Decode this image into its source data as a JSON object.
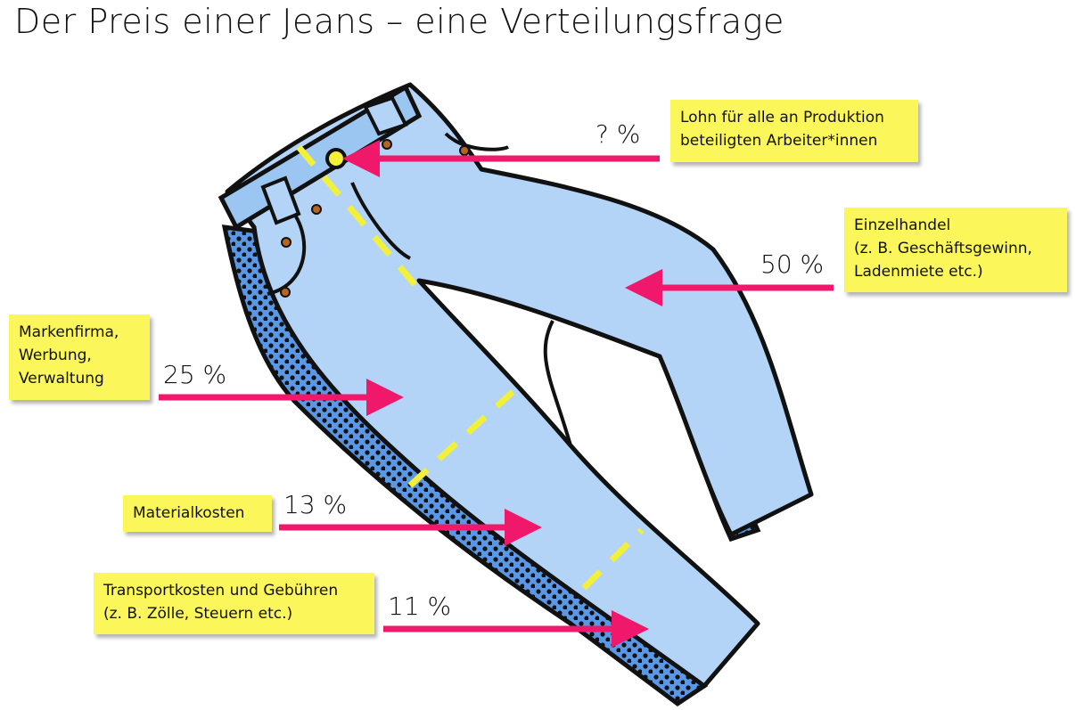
{
  "title": "Der Preis einer Jeans – eine Verteilungsfrage",
  "colors": {
    "arrow": "#f0186a",
    "note": "#fbf65a",
    "denim": "#b3d4f7",
    "seam": "#5a98e6",
    "divider": "#f3f03a"
  },
  "segments": [
    {
      "id": "lohn",
      "label_lines": [
        "Lohn für alle an Produktion",
        "beteiligten Arbeiter*innen"
      ],
      "percent": "? %"
    },
    {
      "id": "einzelhandel",
      "label_lines": [
        "Einzelhandel",
        "(z. B. Geschäftsgewinn,",
        "Ladenmiete etc.)"
      ],
      "percent": "50 %"
    },
    {
      "id": "markenfirma",
      "label_lines": [
        "Markenfirma,",
        "Werbung,",
        "Verwaltung"
      ],
      "percent": "25 %"
    },
    {
      "id": "material",
      "label_lines": [
        "Materialkosten"
      ],
      "percent": "13 %"
    },
    {
      "id": "transport",
      "label_lines": [
        "Transportkosten und Gebühren",
        "(z. B. Zölle, Steuern etc.)"
      ],
      "percent": "11 %"
    }
  ]
}
